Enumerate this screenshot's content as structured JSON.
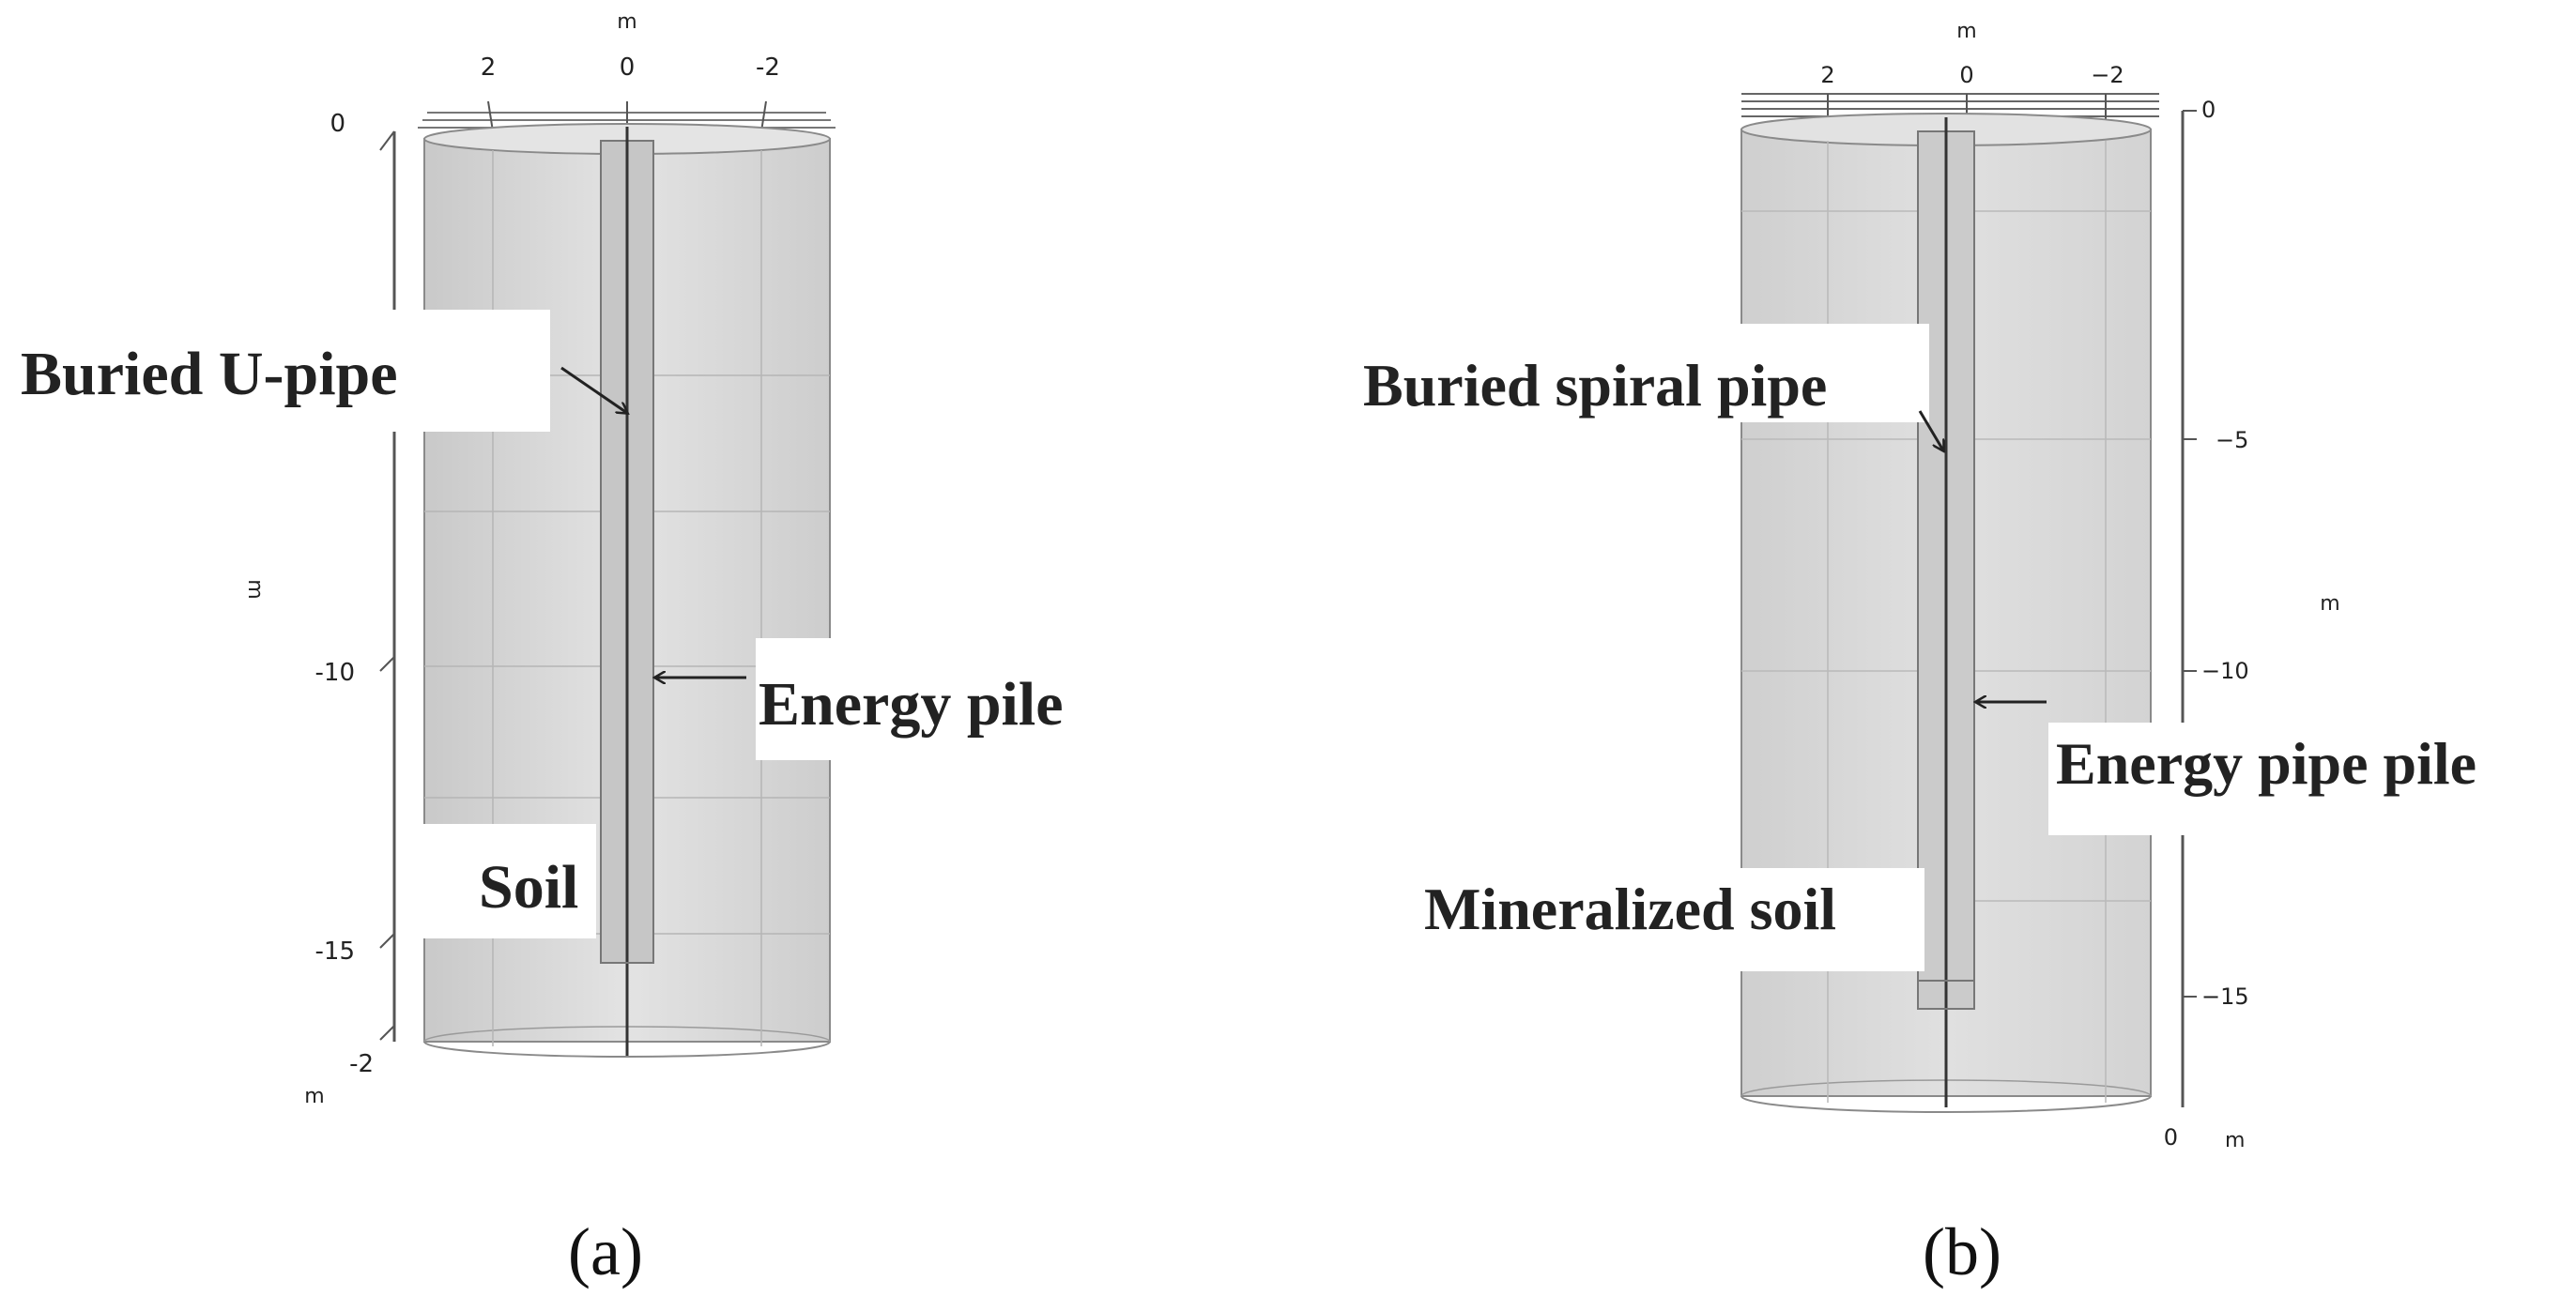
{
  "panel_a": {
    "axis_unit_top": "m",
    "axis_unit_left": "m",
    "axis_unit_bottom": "m",
    "x_ticks": [
      "2",
      "0",
      "-2"
    ],
    "y_ticks": [
      "0",
      "-10",
      "-15",
      "-2"
    ],
    "labels": {
      "pipe": "Buried U-pipe",
      "pile": "Energy pile",
      "soil": "Soil"
    },
    "caption": "(a)"
  },
  "panel_b": {
    "axis_unit_top": "m",
    "axis_unit_right": "m",
    "axis_unit_bottom": "m",
    "x_ticks": [
      "2",
      "0",
      "−2"
    ],
    "y_ticks": [
      "0",
      "−5",
      "−10",
      "−15",
      "0"
    ],
    "labels": {
      "pipe": "Buried spiral pipe",
      "pile": "Energy pipe pile",
      "soil": "Mineralized soil"
    },
    "caption": "(b)"
  },
  "colors": {
    "cylinder_fill": "#d9d9d9",
    "cylinder_edge": "#8a8a8a",
    "grid": "#b8b8b8",
    "pile_fill": "#c8c8c8"
  }
}
